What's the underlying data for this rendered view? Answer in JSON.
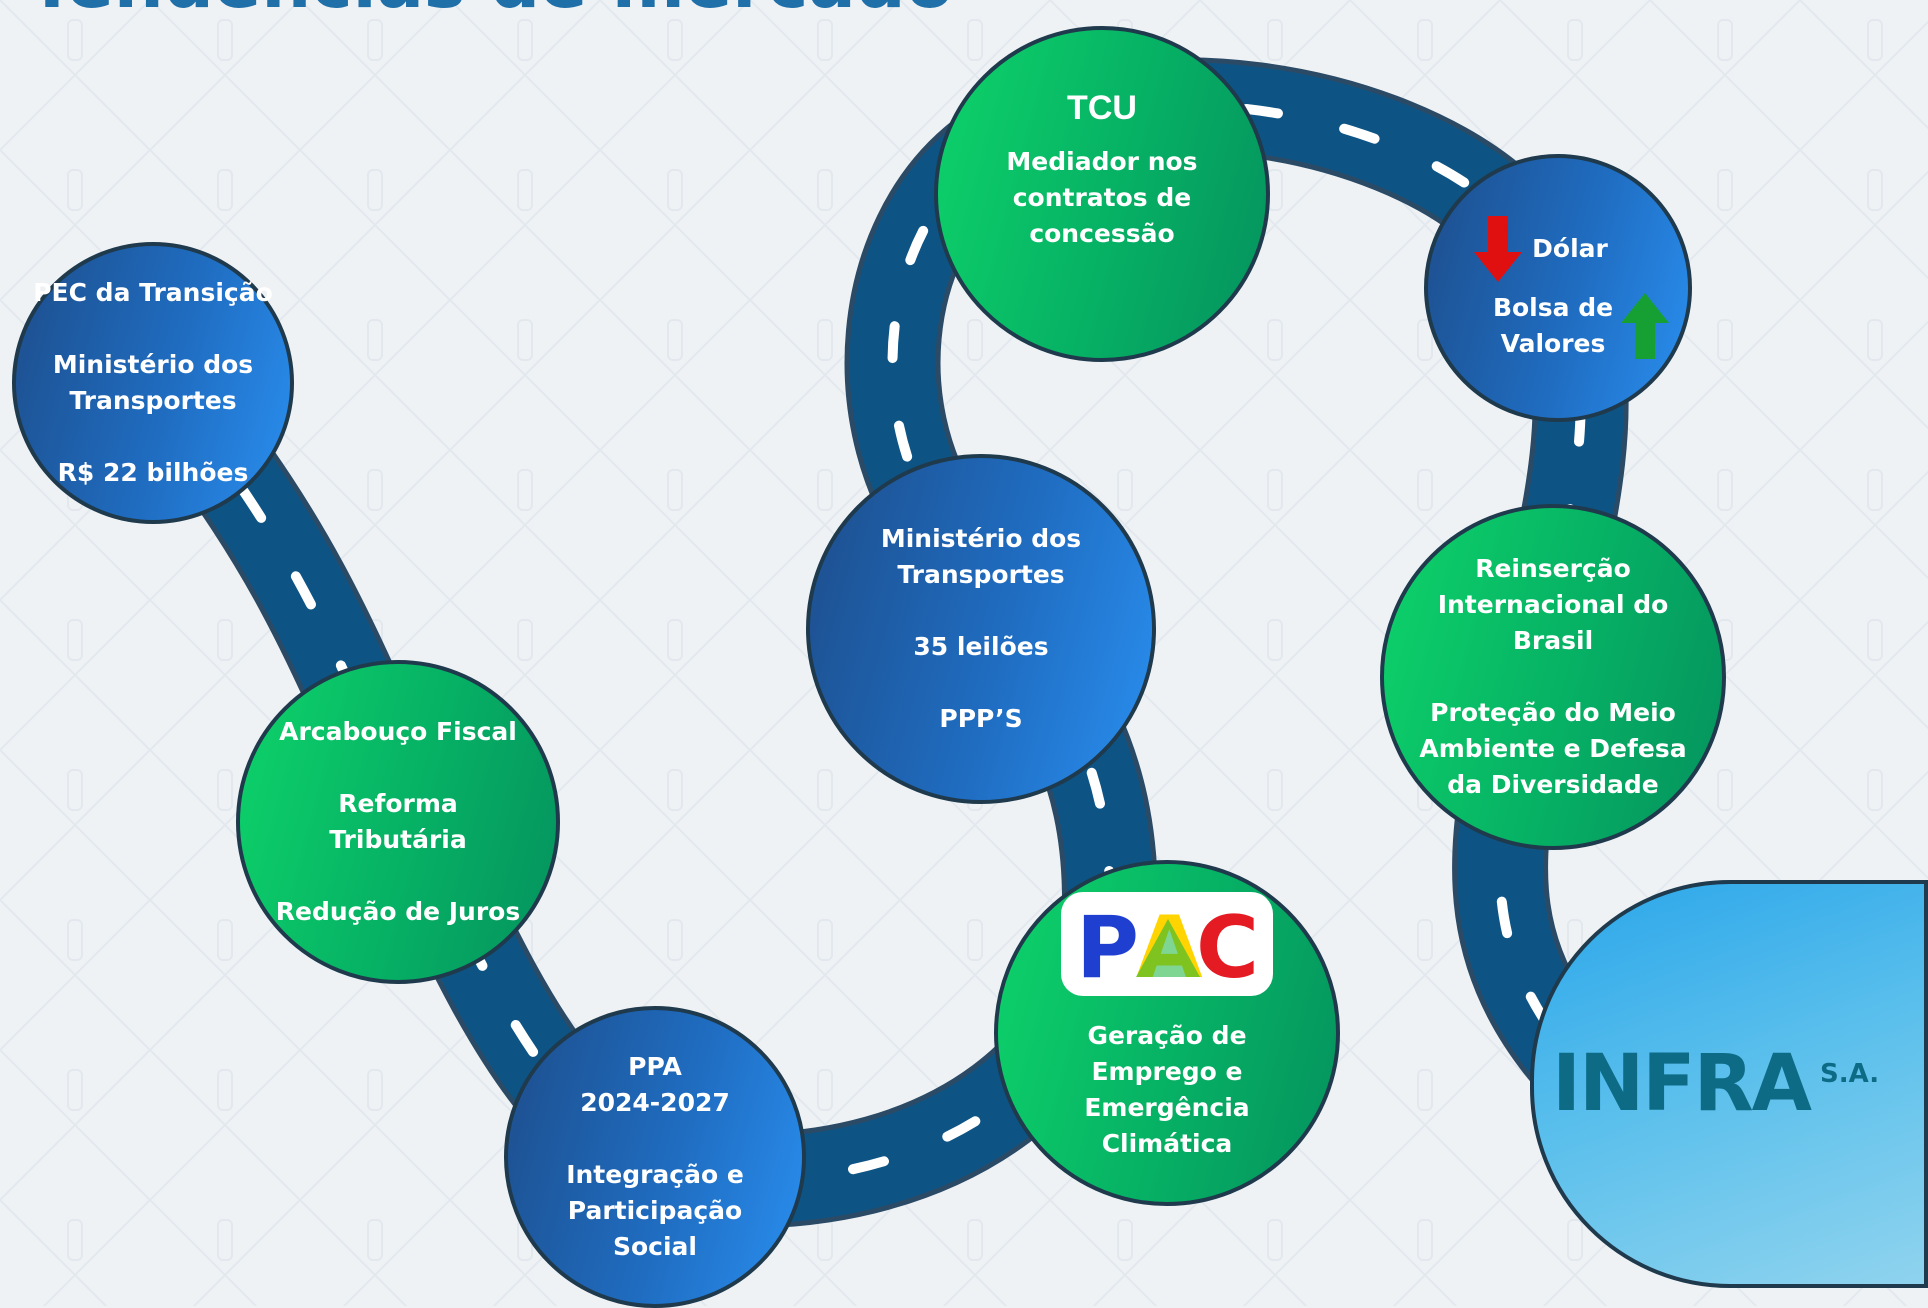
{
  "title": "Tendências de mercado",
  "nodes": {
    "pec": {
      "line1": "PEC da Transição",
      "line2": "Ministério dos",
      "line3": "Transportes",
      "line4": "R$ 22 bilhões"
    },
    "arcabouco": {
      "line1": "Arcabouço Fiscal",
      "line2": "Reforma",
      "line3": "Tributária",
      "line4": "Redução de Juros"
    },
    "ppa": {
      "line1": "PPA",
      "line2": "2024-2027",
      "line3": "Integração e",
      "line4": "Participação",
      "line5": "Social"
    },
    "ministerio": {
      "line1": "Ministério dos",
      "line2": "Transportes",
      "line3": "35 leilões",
      "line4": "PPP’S"
    },
    "tcu": {
      "title": "TCU",
      "line1": "Mediador nos",
      "line2": "contratos de",
      "line3": "concessão"
    },
    "pac": {
      "logo": "PAC",
      "line1": "Geração de",
      "line2": "Emprego e",
      "line3": "Emergência",
      "line4": "Climática"
    },
    "mercado": {
      "line1": "Dólar",
      "line2": "Bolsa de",
      "line3": "Valores"
    },
    "reinsercao": {
      "line1": "Reinserção",
      "line2": "Internacional do",
      "line3": "Brasil",
      "line4": "Proteção do Meio",
      "line5": "Ambiente e Defesa",
      "line6": "da Diversidade"
    },
    "infra": {
      "logo": "INFRA",
      "suffix": "S.A."
    }
  },
  "icons": {
    "dolar": "arrow-down-icon",
    "bolsa": "arrow-up-icon"
  },
  "colors": {
    "road": "#0d5485",
    "road_edge": "#2b4a66",
    "blue_node": "#1f6cc0",
    "green_node": "#06b064",
    "arrow_down": "#e01010",
    "arrow_up": "#16a034",
    "title": "#1f6fa8"
  }
}
